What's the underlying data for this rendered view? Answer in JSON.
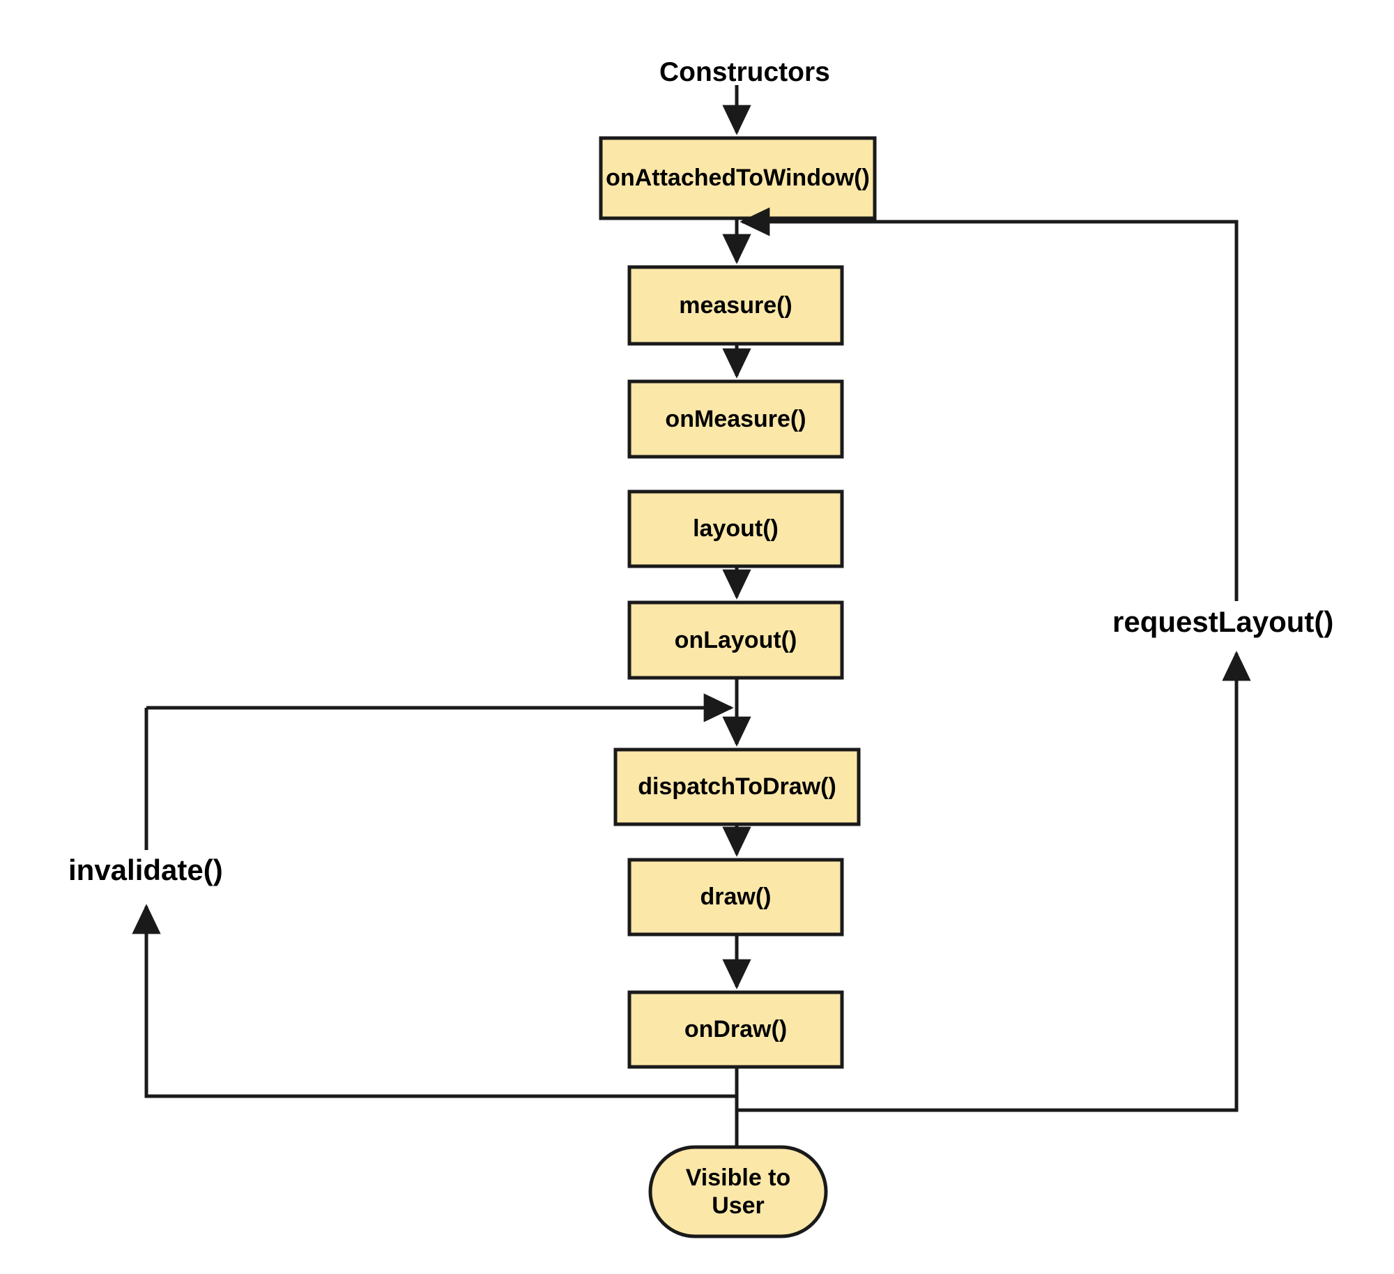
{
  "diagram": {
    "title": "Android View lifecycle flowchart",
    "colors": {
      "node_fill": "#FBE7A8",
      "node_stroke": "#1A1A1A",
      "edge_stroke": "#1A1A1A",
      "text": "#000000",
      "background": "#FFFFFF"
    },
    "entry_label": "Constructors",
    "nodes": [
      {
        "id": "onAttachedToWindow",
        "label": "onAttachedToWindow()",
        "shape": "rect"
      },
      {
        "id": "measure",
        "label": "measure()",
        "shape": "rect"
      },
      {
        "id": "onMeasure",
        "label": "onMeasure()",
        "shape": "rect"
      },
      {
        "id": "layout",
        "label": "layout()",
        "shape": "rect"
      },
      {
        "id": "onLayout",
        "label": "onLayout()",
        "shape": "rect"
      },
      {
        "id": "dispatchToDraw",
        "label": "dispatchToDraw()",
        "shape": "rect"
      },
      {
        "id": "draw",
        "label": "draw()",
        "shape": "rect"
      },
      {
        "id": "onDraw",
        "label": "onDraw()",
        "shape": "rect"
      },
      {
        "id": "visibleToUser",
        "label": "Visible to\nUser",
        "shape": "stadium"
      }
    ],
    "edge_labels": [
      {
        "id": "invalidate",
        "label": "invalidate()"
      },
      {
        "id": "requestLayout",
        "label": "requestLayout()"
      }
    ],
    "edges": [
      {
        "from": "Constructors",
        "to": "onAttachedToWindow",
        "label": ""
      },
      {
        "from": "onAttachedToWindow",
        "to": "measure",
        "label": ""
      },
      {
        "from": "measure",
        "to": "onMeasure",
        "label": ""
      },
      {
        "from": "onMeasure",
        "to": "layout",
        "label": ""
      },
      {
        "from": "layout",
        "to": "onLayout",
        "label": ""
      },
      {
        "from": "onLayout",
        "to": "dispatchToDraw",
        "label": ""
      },
      {
        "from": "dispatchToDraw",
        "to": "draw",
        "label": ""
      },
      {
        "from": "draw",
        "to": "onDraw",
        "label": ""
      },
      {
        "from": "onDraw",
        "to": "visibleToUser",
        "label": ""
      },
      {
        "from": "visibleToUser",
        "to": "dispatchToDraw",
        "label": "invalidate()"
      },
      {
        "from": "visibleToUser",
        "to": "measure",
        "label": "requestLayout()"
      }
    ]
  }
}
